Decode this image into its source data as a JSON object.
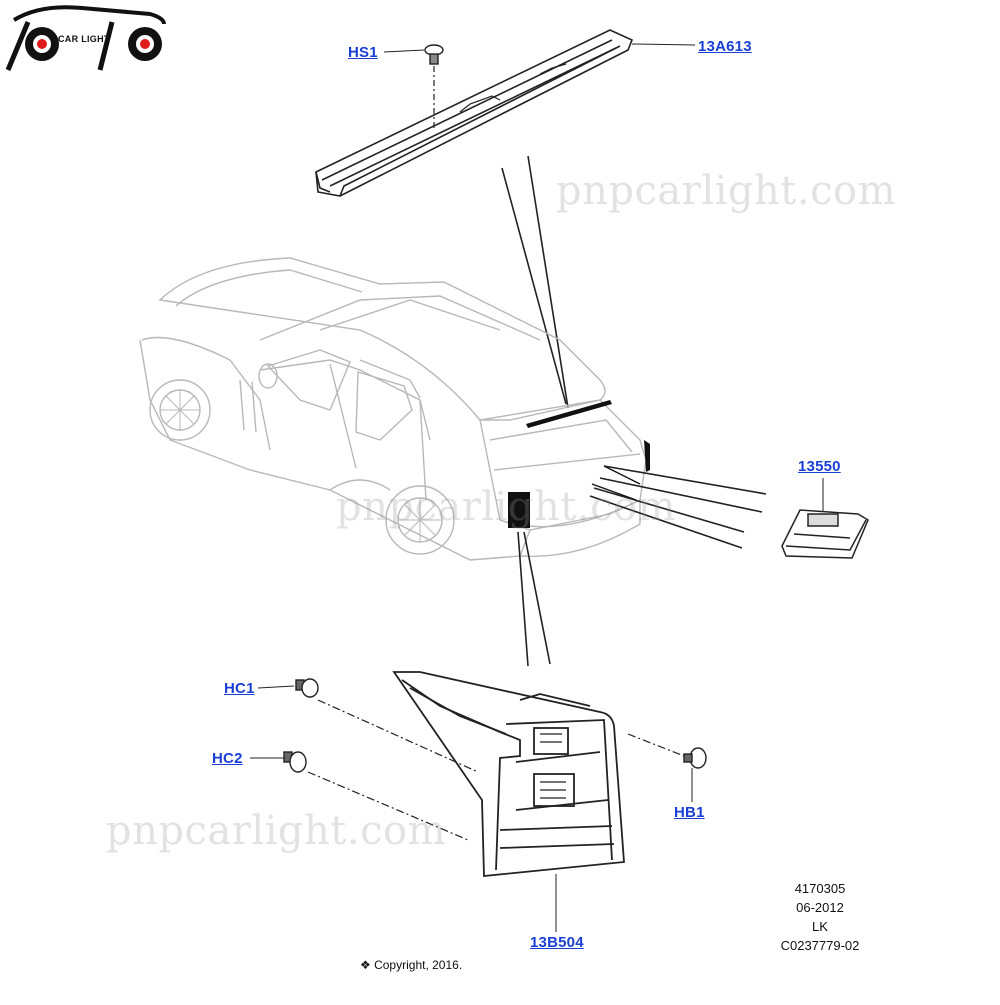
{
  "logo": {
    "text": "CAR LIGHT"
  },
  "callouts": {
    "hs1": "HS1",
    "a613": "13A613",
    "c13550": "13550",
    "hc1": "HC1",
    "hc2": "HC2",
    "hb1": "HB1",
    "b504": "13B504"
  },
  "meta": {
    "line1": "4170305",
    "line2": "06-2012",
    "line3": "LK",
    "line4": "C0237779-02"
  },
  "copyright": "❖ Copyright, 2016.",
  "watermark": "pnpcarlight.com",
  "colors": {
    "callout": "#1a3fd6",
    "line": "#222222",
    "car": "#b8b8b8"
  }
}
